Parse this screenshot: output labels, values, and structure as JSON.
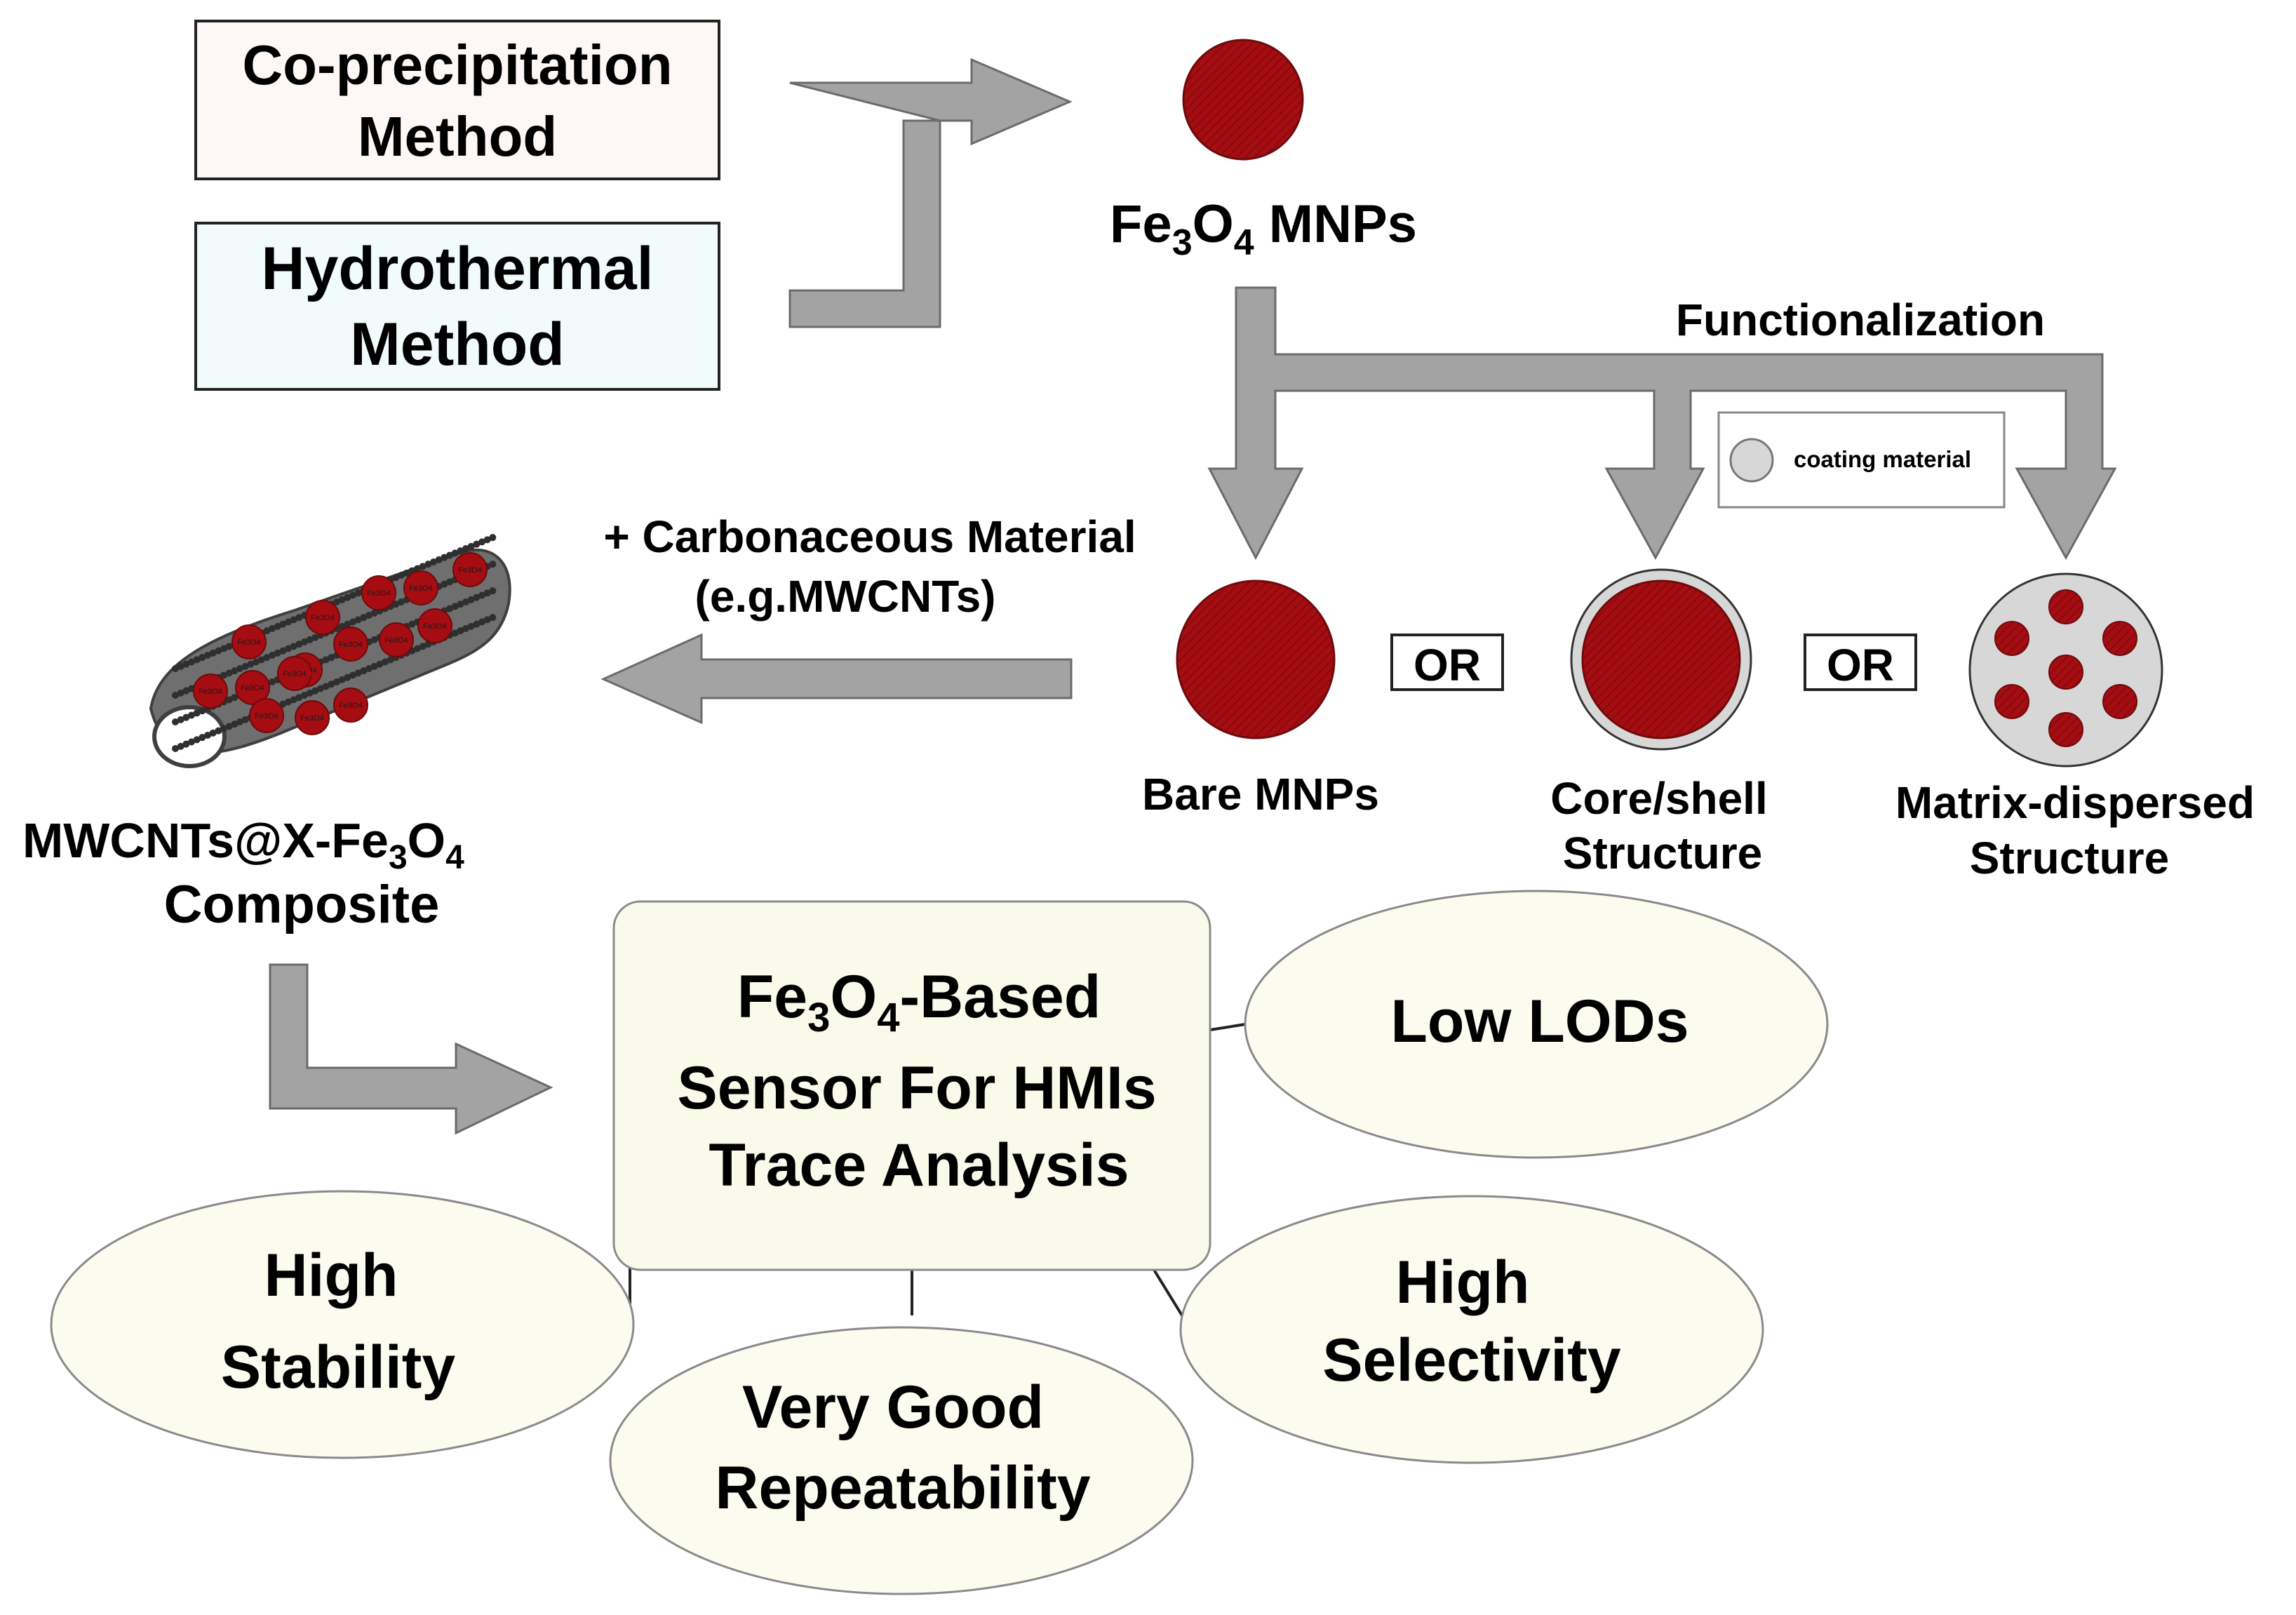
{
  "methods": {
    "coprecipitation": [
      "Co-precipitation",
      "Method"
    ],
    "hydrothermal": [
      "Hydrothermal",
      "Method"
    ]
  },
  "nanoparticles": {
    "main_prefix": "Fe",
    "main_sub1": "3",
    "main_mid": "O",
    "main_sub2": "4",
    "main_suffix": " MNPs"
  },
  "functionalization_label": "Functionalization",
  "legend": {
    "coating_label": "coating material"
  },
  "structures": {
    "bare": "Bare MNPs",
    "core_shell": [
      "Core/shell",
      "Structure"
    ],
    "matrix": [
      "Matrix-dispersed",
      "Structure"
    ],
    "or": "OR"
  },
  "carbon_step": [
    "+ Carbonaceous Material",
    "(e.g.MWCNTs)"
  ],
  "composite": {
    "line1_prefix": "MWCNTs@X-Fe",
    "line1_sub1": "3",
    "line1_mid": "O",
    "line1_sub2": "4",
    "line2": "Composite",
    "tube_particle_label": "Fe3O4"
  },
  "sensor": {
    "line1_prefix": "Fe",
    "line1_sub1": "3",
    "line1_mid": "O",
    "line1_sub2": "4",
    "line1_suffix": "-Based",
    "line2": "Sensor For HMIs",
    "line3": "Trace Analysis"
  },
  "properties": {
    "low_lods": "Low LODs",
    "stability": [
      "High",
      "Stability"
    ],
    "repeatability": [
      "Very Good",
      "Repeatability"
    ],
    "selectivity": [
      "High",
      "Selectivity"
    ]
  },
  "colors": {
    "particle": "#a50d12",
    "particle_dark": "#6e0a0c",
    "arrow": "#a3a3a3",
    "arrow_stroke": "#6b6b6b",
    "coprecipitation_fill": "#fdf7f5",
    "hydrothermal_fill": "#f2fbfb",
    "sensor_fill": "#fafaea",
    "ellipse_fill": "#fbfbef",
    "coating": "#d7d7d7",
    "tube": "#6f6f6f"
  }
}
